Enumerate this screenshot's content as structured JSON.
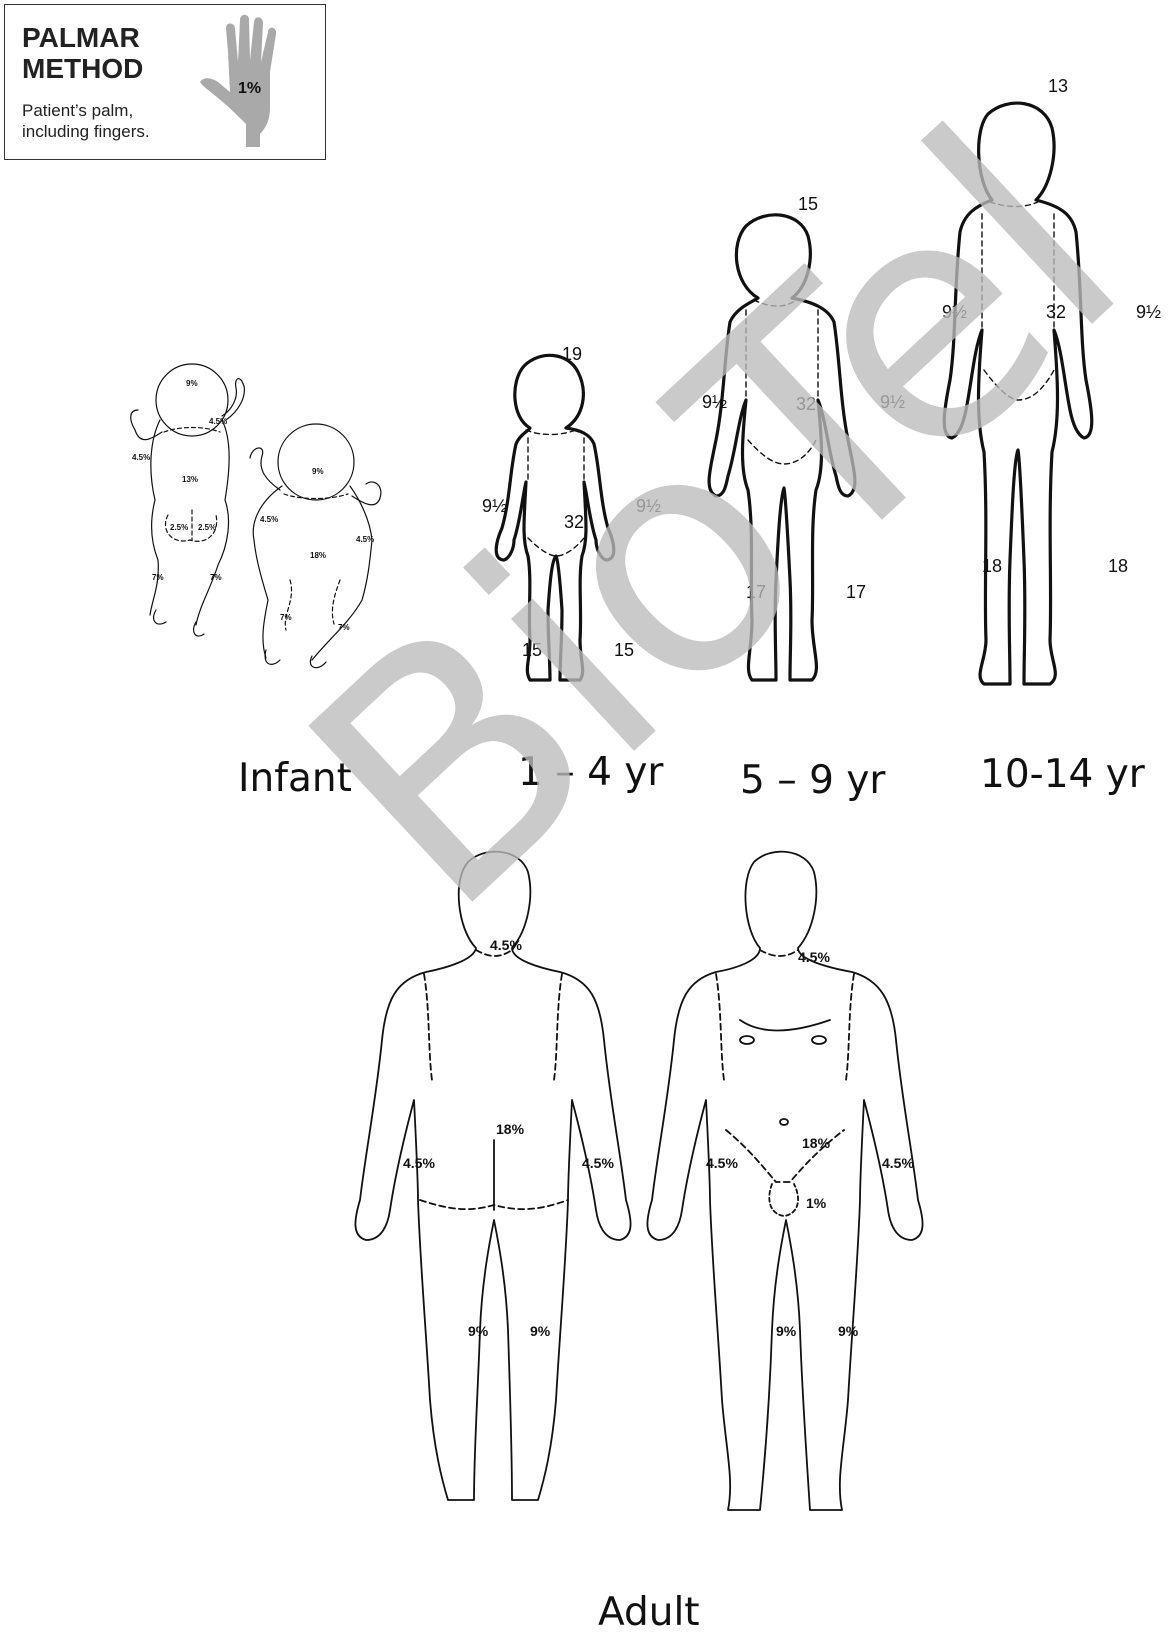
{
  "palmar": {
    "title": "PALMAR\nMETHOD",
    "description": "Patient’s palm,\nincluding fingers.",
    "palm_value": "1%"
  },
  "captions": {
    "infant": "Infant",
    "age_1_4": "1 – 4 yr",
    "age_5_9": "5 – 9 yr",
    "age_10_14": "10-14 yr",
    "adult": "Adult"
  },
  "infant": {
    "back": {
      "head": "9%",
      "arm_right": "4.5%",
      "arm_left": "4.5%",
      "trunk": "13%",
      "buttock_left": "2.5%",
      "buttock_right": "2.5%",
      "leg_left": "7%",
      "leg_right": "7%"
    },
    "front": {
      "head": "9%",
      "arm_left": "4.5%",
      "arm_right": "4.5%",
      "trunk": "18%",
      "leg_left": "7%",
      "leg_right": "7%"
    }
  },
  "child_1_4": {
    "head": "19",
    "trunk": "32",
    "arm_left": "9½",
    "arm_right": "9½",
    "leg_left": "15",
    "leg_right": "15"
  },
  "child_5_9": {
    "head": "15",
    "trunk": "32",
    "arm_left": "9½",
    "arm_right": "9½",
    "leg_left": "17",
    "leg_right": "17"
  },
  "child_10_14": {
    "head": "13",
    "trunk": "32",
    "arm_left": "9½",
    "arm_right": "9½",
    "leg_left": "18",
    "leg_right": "18"
  },
  "adult": {
    "back": {
      "head": "4.5%",
      "trunk": "18%",
      "arm_left": "4.5%",
      "arm_right": "4.5%",
      "leg_left": "9%",
      "leg_right": "9%"
    },
    "front": {
      "head": "4.5%",
      "trunk": "18%",
      "arm_left": "4.5%",
      "arm_right": "4.5%",
      "genitals": "1%",
      "leg_left": "9%",
      "leg_right": "9%"
    }
  },
  "watermark": "BioTel",
  "colors": {
    "outline": "#111111",
    "palm_fill": "#a9a9a9",
    "watermark": "#bcbcbc"
  }
}
